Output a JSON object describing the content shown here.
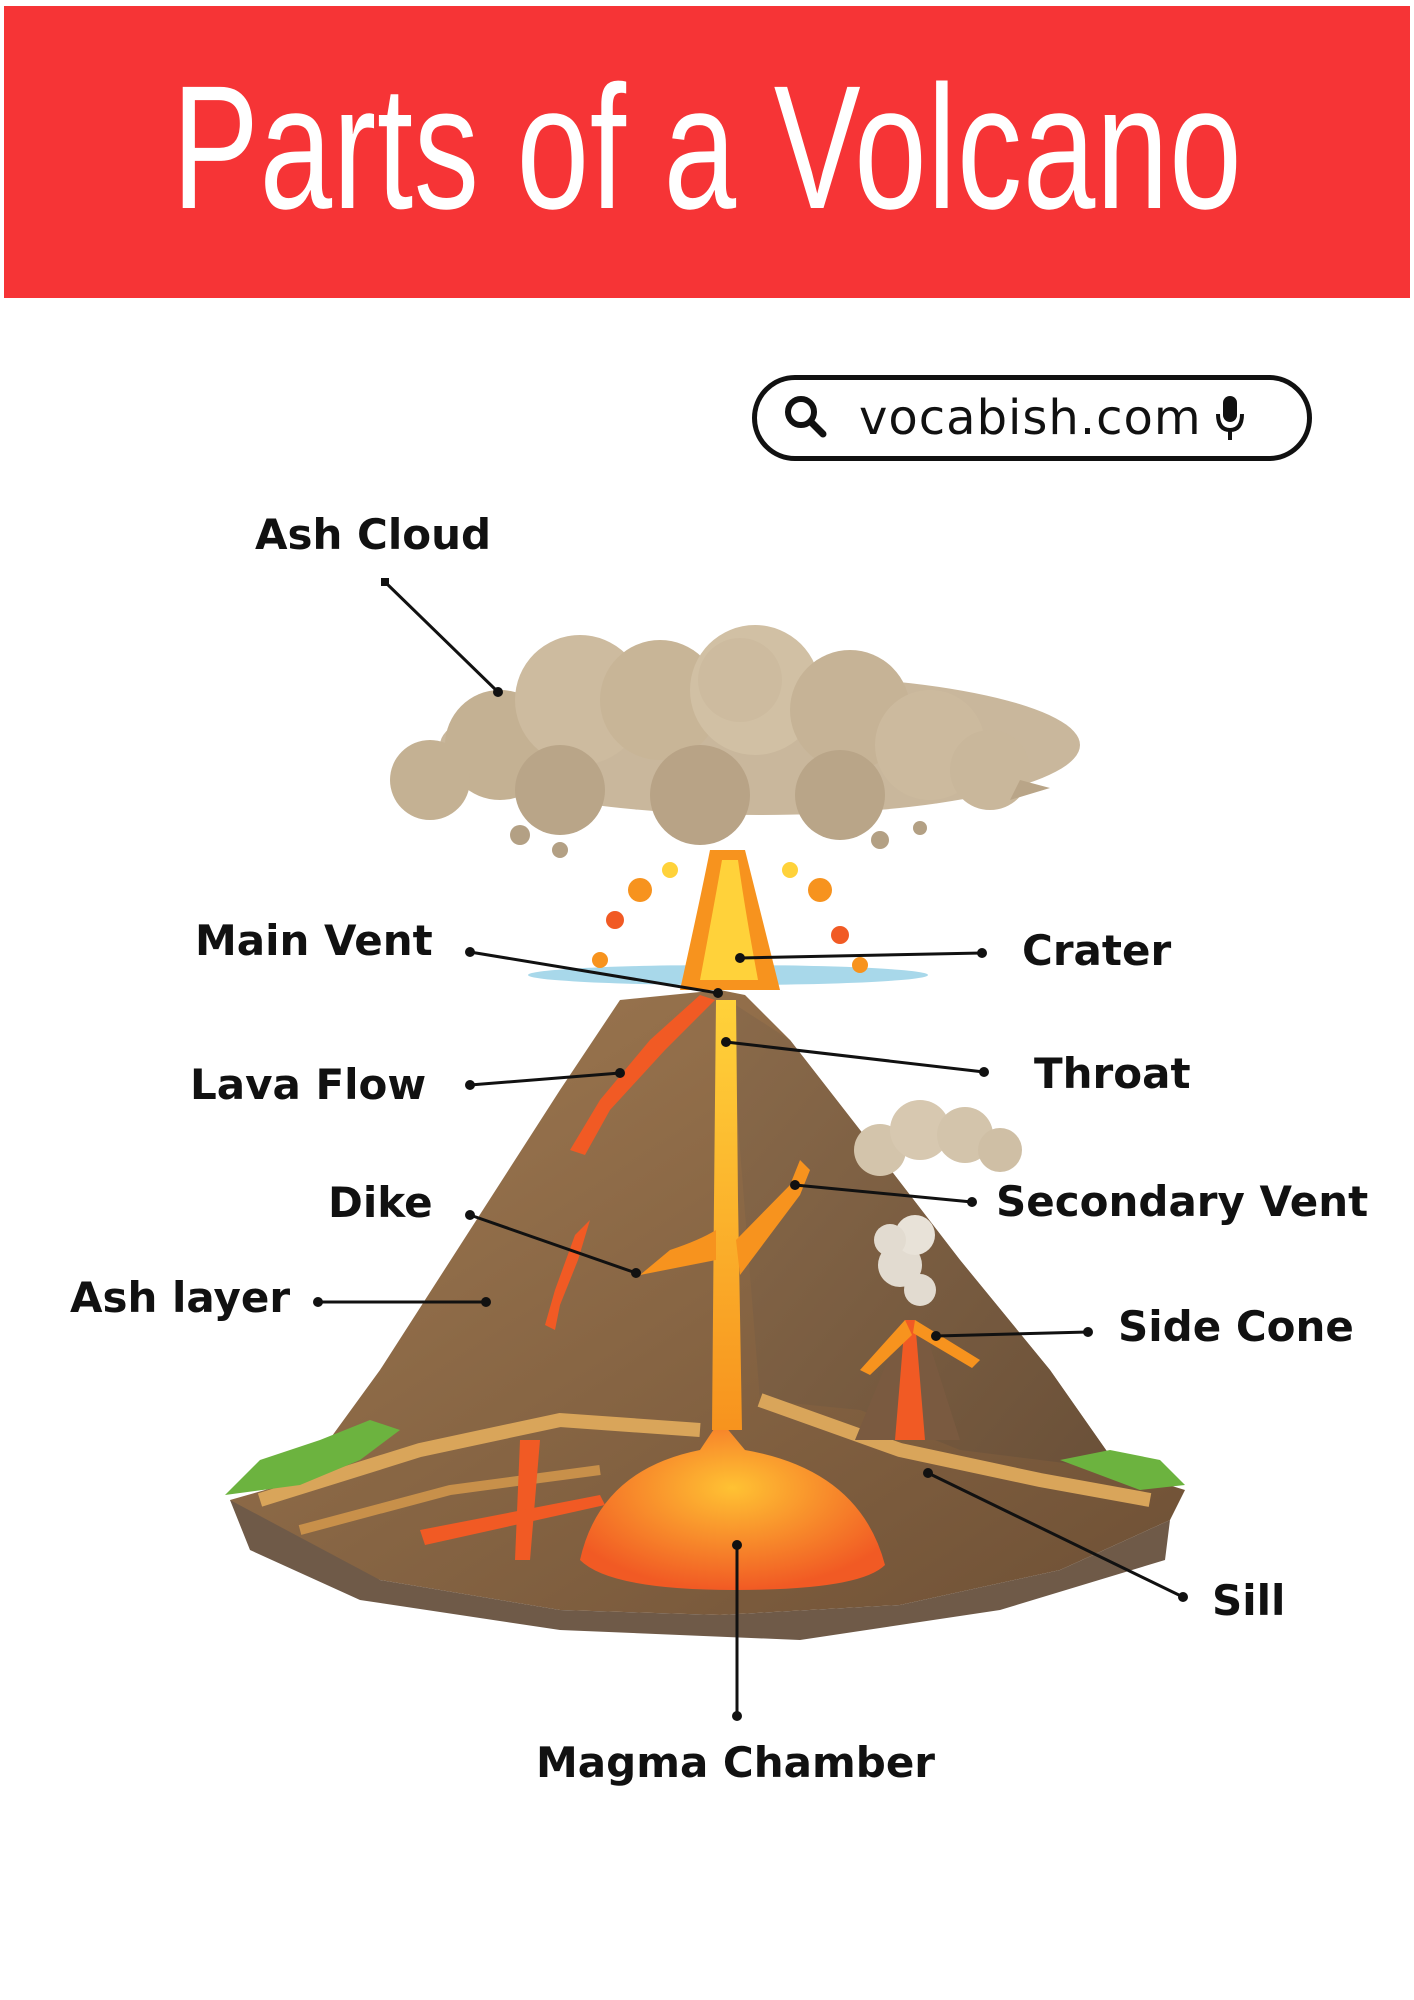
{
  "title": "Parts of a Volcano",
  "search": {
    "text": "vocabish.com",
    "left_icon": "search-icon",
    "right_icon": "microphone-icon"
  },
  "labels": {
    "ash_cloud": "Ash Cloud",
    "main_vent": "Main Vent",
    "crater": "Crater",
    "lava_flow": "Lava Flow",
    "throat": "Throat",
    "dike": "Dike",
    "secondary_vent": "Secondary Vent",
    "ash_layer": "Ash layer",
    "side_cone": "Side Cone",
    "sill": "Sill",
    "magma_chamber": "Magma Chamber"
  },
  "colors": {
    "banner": "#f63436",
    "lava": "#f7931e",
    "magma": "#f15a24",
    "rock": "#8b6a4a",
    "ash": "#c8b8a0",
    "grass": "#6cb33f"
  }
}
